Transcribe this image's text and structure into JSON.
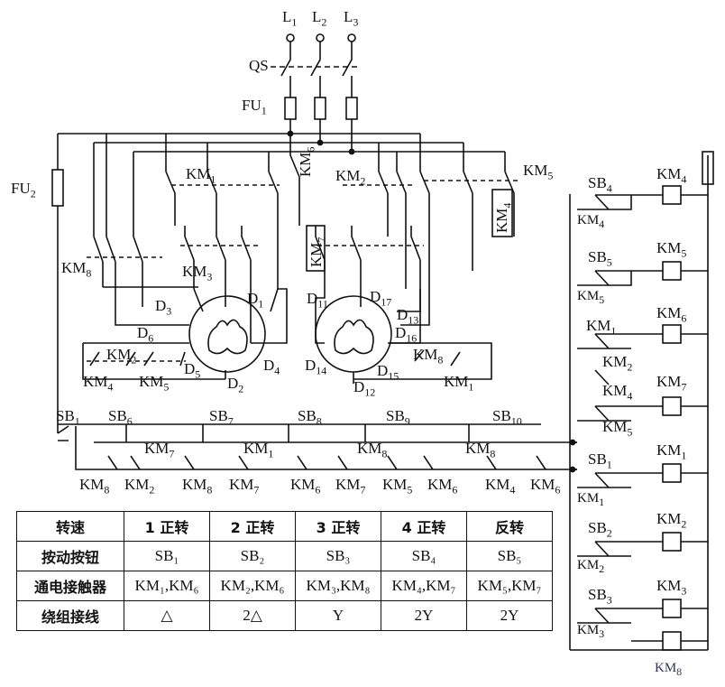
{
  "supply": {
    "l1": "L",
    "l1s": "1",
    "l2": "L",
    "l2s": "2",
    "l3": "L",
    "l3s": "3",
    "qs": "QS",
    "fu1": "FU",
    "fu1s": "1",
    "fu2": "FU",
    "fu2s": "2"
  },
  "contacts": {
    "km1": "KM",
    "km1s": "1",
    "km2": "KM",
    "km2s": "2",
    "km3": "KM",
    "km3s": "3",
    "km4": "KM",
    "km4s": "4",
    "km5": "KM",
    "km5s": "5",
    "km6": "KM",
    "km6s": "6",
    "km7": "KM",
    "km7s": "7",
    "km8": "KM",
    "km8s": "8"
  },
  "terminals": {
    "d1": "D",
    "d1s": "1",
    "d2": "D",
    "d2s": "2",
    "d3": "D",
    "d3s": "3",
    "d4": "D",
    "d4s": "4",
    "d5": "D",
    "d5s": "5",
    "d6": "D",
    "d6s": "6",
    "d11": "D",
    "d11s": "11",
    "d12": "D",
    "d12s": "12",
    "d13": "D",
    "d13s": "13",
    "d14": "D",
    "d14s": "14",
    "d15": "D",
    "d15s": "15",
    "d16": "D",
    "d16s": "16",
    "d17": "D",
    "d17s": "17"
  },
  "buttons": {
    "sb1": "SB",
    "sb1s": "1",
    "sb6": "SB",
    "sb6s": "6",
    "sb7": "SB",
    "sb7s": "7",
    "sb8": "SB",
    "sb8s": "8",
    "sb9": "SB",
    "sb9s": "9",
    "sb10": "SB",
    "sb10s": "10",
    "r_sb4": "SB",
    "r_sb4s": "4",
    "r_sb5": "SB",
    "r_sb5s": "5",
    "r_sb1": "SB",
    "r_sb1s": "1",
    "r_sb2": "SB",
    "r_sb2s": "2",
    "r_sb3": "SB",
    "r_sb3s": "3"
  },
  "table": {
    "h0": "转速",
    "h1": "1 正转",
    "h2": "2 正转",
    "h3": "3 正转",
    "h4": "4 正转",
    "h5": "反转",
    "r1": "按动按钮",
    "r1c1": "SB₁",
    "r1c2": "SB₂",
    "r1c3": "SB₃",
    "r1c4": "SB₄",
    "r1c5": "SB₅",
    "r2": "通电接触器",
    "r2c1": "KM₁,KM₆",
    "r2c2": "KM₂,KM₆",
    "r2c3": "KM₃,KM₈",
    "r2c4": "KM₄,KM₇",
    "r2c5": "KM₅,KM₇",
    "r3": "绕组接线",
    "r3c1": "△",
    "r3c2": "2△",
    "r3c3": "Y",
    "r3c4": "2Y",
    "r3c5": "2Y"
  }
}
